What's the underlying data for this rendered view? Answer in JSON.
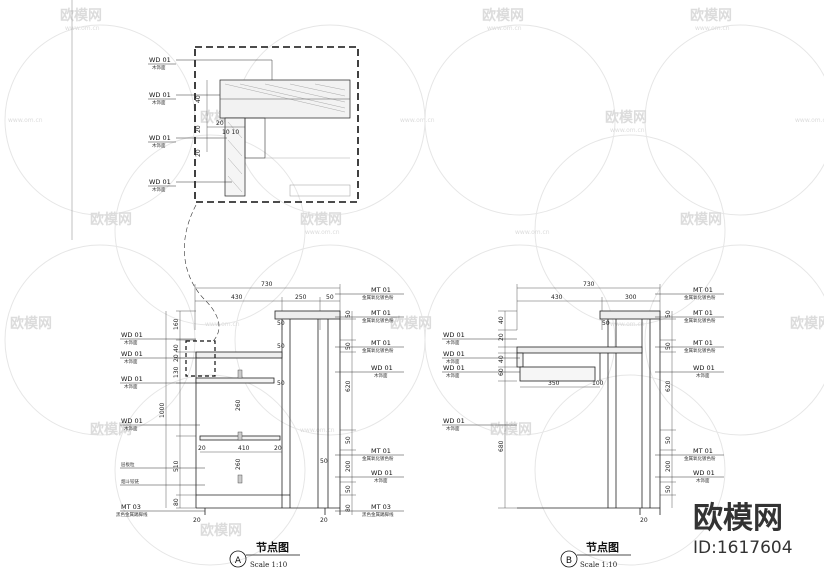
{
  "watermark": {
    "brand": "欧模网",
    "url": "www.om.cn",
    "id_text": "ID:1617604"
  },
  "detail_top": {
    "tags": [
      {
        "code": "WD 01",
        "desc": "木饰面"
      },
      {
        "code": "WD 01",
        "desc": "木饰面"
      },
      {
        "code": "WD 01",
        "desc": "木饰面"
      },
      {
        "code": "WD 01",
        "desc": "木饰面"
      }
    ],
    "dims": {
      "d1": "40",
      "d2": "20",
      "d3": "20",
      "d4": "10 10",
      "d5": "20"
    }
  },
  "section_a": {
    "label": "A",
    "title": "节点图",
    "scale": "Scale 1:10",
    "top_dims": {
      "overall": "730",
      "left": "430",
      "mid": "250",
      "right": "50"
    },
    "tags_left": [
      {
        "code": "WD 01",
        "desc": "木饰面"
      },
      {
        "code": "WD 01",
        "desc": "木饰面"
      },
      {
        "code": "WD 01",
        "desc": "木饰面"
      },
      {
        "code": "WD 01",
        "desc": "木饰面"
      }
    ],
    "notes_left": [
      "层板粒",
      "烟斗铰链"
    ],
    "tag_bottom_left": {
      "code": "MT 03",
      "desc": "黑色金属踢脚线"
    },
    "tags_right": [
      {
        "code": "MT 01",
        "desc": "金属氧化镀色粉"
      },
      {
        "code": "MT 01",
        "desc": "金属氧化镀色粉"
      },
      {
        "code": "MT 01",
        "desc": "金属氧化镀色粉"
      },
      {
        "code": "WD 01",
        "desc": "木饰面"
      },
      {
        "code": "MT 01",
        "desc": "金属氧化镀色粉"
      },
      {
        "code": "WD 01",
        "desc": "木饰面"
      },
      {
        "code": "MT 03",
        "desc": "黑色金属踢脚线"
      }
    ],
    "dims": {
      "v160": "160",
      "v40": "40",
      "v20": "20",
      "v130": "130",
      "v1000": "1000",
      "v260a": "260",
      "v510": "510",
      "v260b": "260",
      "v80": "80",
      "h20a": "20",
      "h410": "410",
      "h20b": "20",
      "h20c": "20",
      "h20d": "20",
      "r50a": "50",
      "r50b": "50",
      "r620": "620",
      "r50c": "50",
      "r200": "200",
      "r50d": "50",
      "r80": "80"
    }
  },
  "section_b": {
    "label": "B",
    "title": "节点图",
    "scale": "Scale 1:10",
    "top_dims": {
      "overall": "730",
      "left": "430",
      "right": "300"
    },
    "tags_left": [
      {
        "code": "WD 01",
        "desc": "木饰面"
      },
      {
        "code": "WD 01",
        "desc": "木饰面"
      },
      {
        "code": "WD 01",
        "desc": "木饰面"
      },
      {
        "code": "WD 01",
        "desc": "木饰面"
      }
    ],
    "tags_right": [
      {
        "code": "MT 01",
        "desc": "金属氧化镀色粉"
      },
      {
        "code": "MT 01",
        "desc": "金属氧化镀色粉"
      },
      {
        "code": "MT 01",
        "desc": "金属氧化镀色粉"
      },
      {
        "code": "WD 01",
        "desc": "木饰面"
      },
      {
        "code": "MT 01",
        "desc": "金属氧化镀色粉"
      },
      {
        "code": "WD 01",
        "desc": "木饰面"
      }
    ],
    "dims": {
      "v40": "40",
      "v20": "20",
      "v40b": "40",
      "v60": "60",
      "v680": "680",
      "h350": "350",
      "h100": "100",
      "h20": "20",
      "r50a": "50",
      "r50b": "50",
      "r620": "620",
      "r50c": "50",
      "r200": "200",
      "r50d": "50"
    }
  }
}
